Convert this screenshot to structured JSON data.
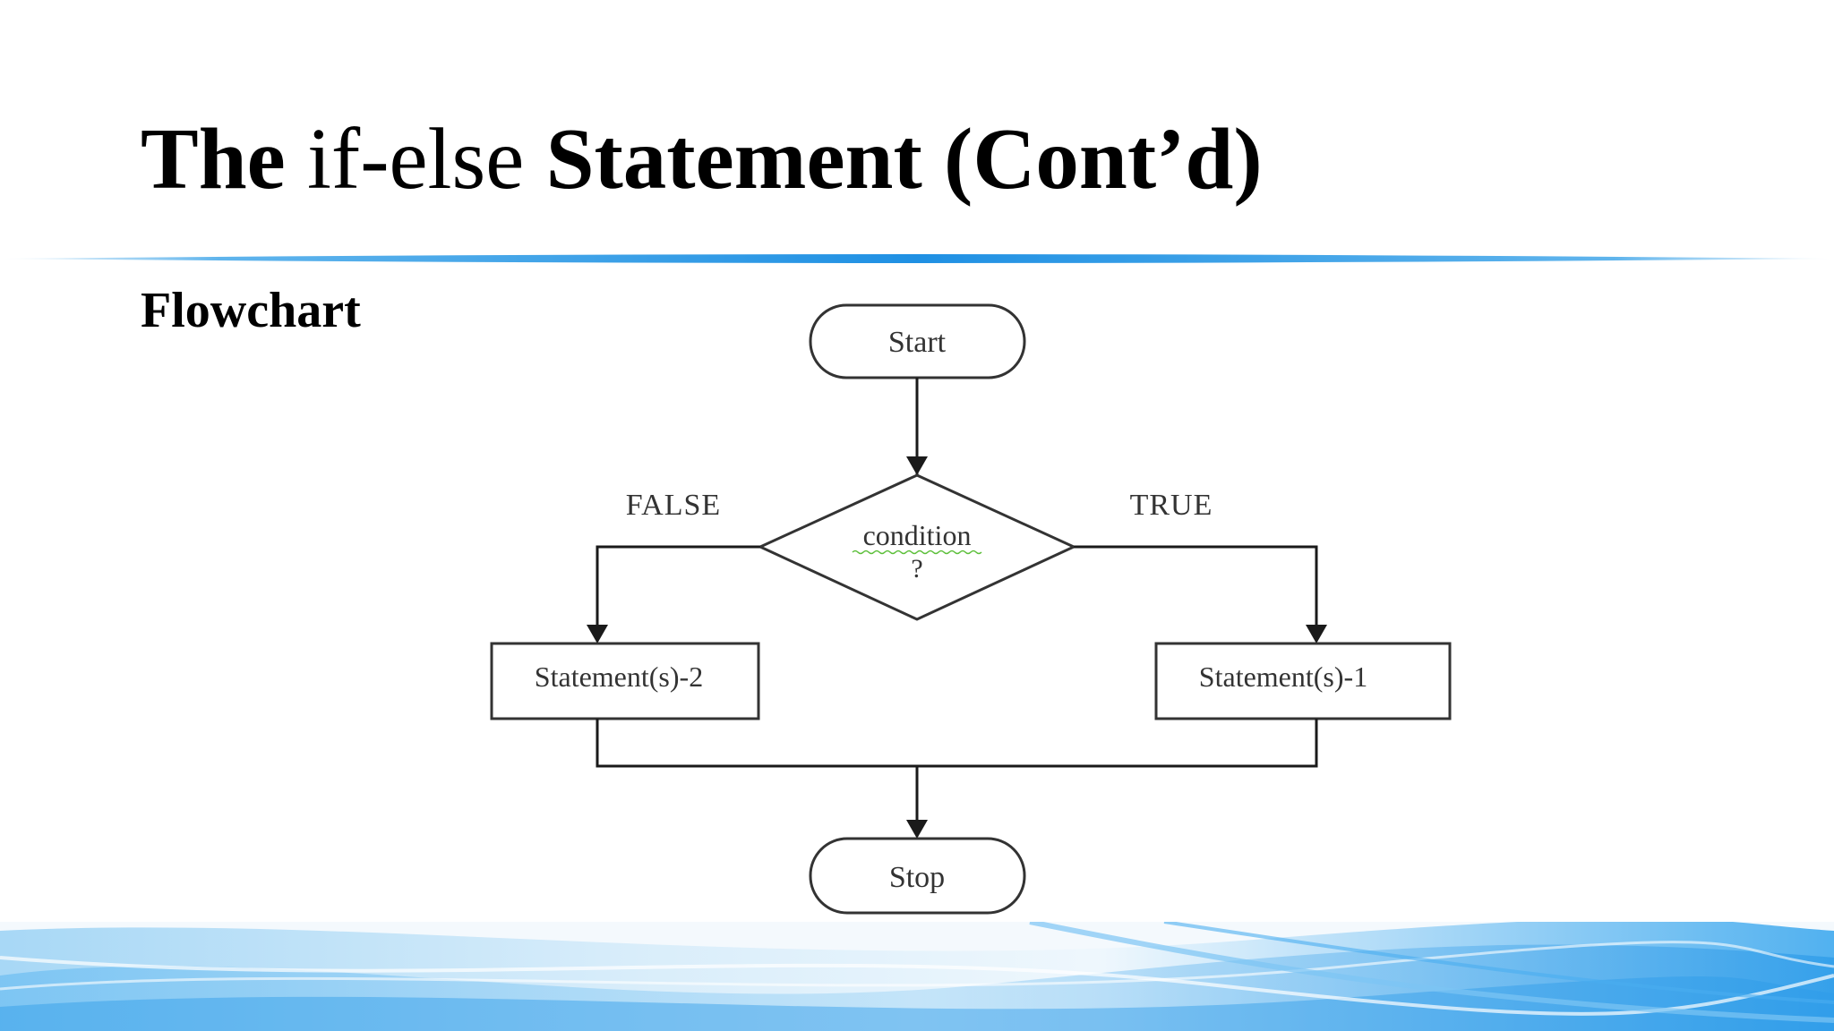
{
  "slide": {
    "title": {
      "part1": "The ",
      "part2": "if-else",
      "part3": " Statement (Cont’d)"
    },
    "subheading": "Flowchart"
  },
  "flowchart": {
    "nodes": {
      "start": "Start",
      "condition_line1": "condition",
      "condition_line2": "?",
      "statements_false": "Statement(s)-2",
      "statements_true": "Statement(s)-1",
      "stop": "Stop"
    },
    "edge_labels": {
      "false": "FALSE",
      "true": "TRUE"
    }
  },
  "colors": {
    "accent_blue": "#2a9be6",
    "line": "#222222",
    "node_text": "#333333"
  }
}
